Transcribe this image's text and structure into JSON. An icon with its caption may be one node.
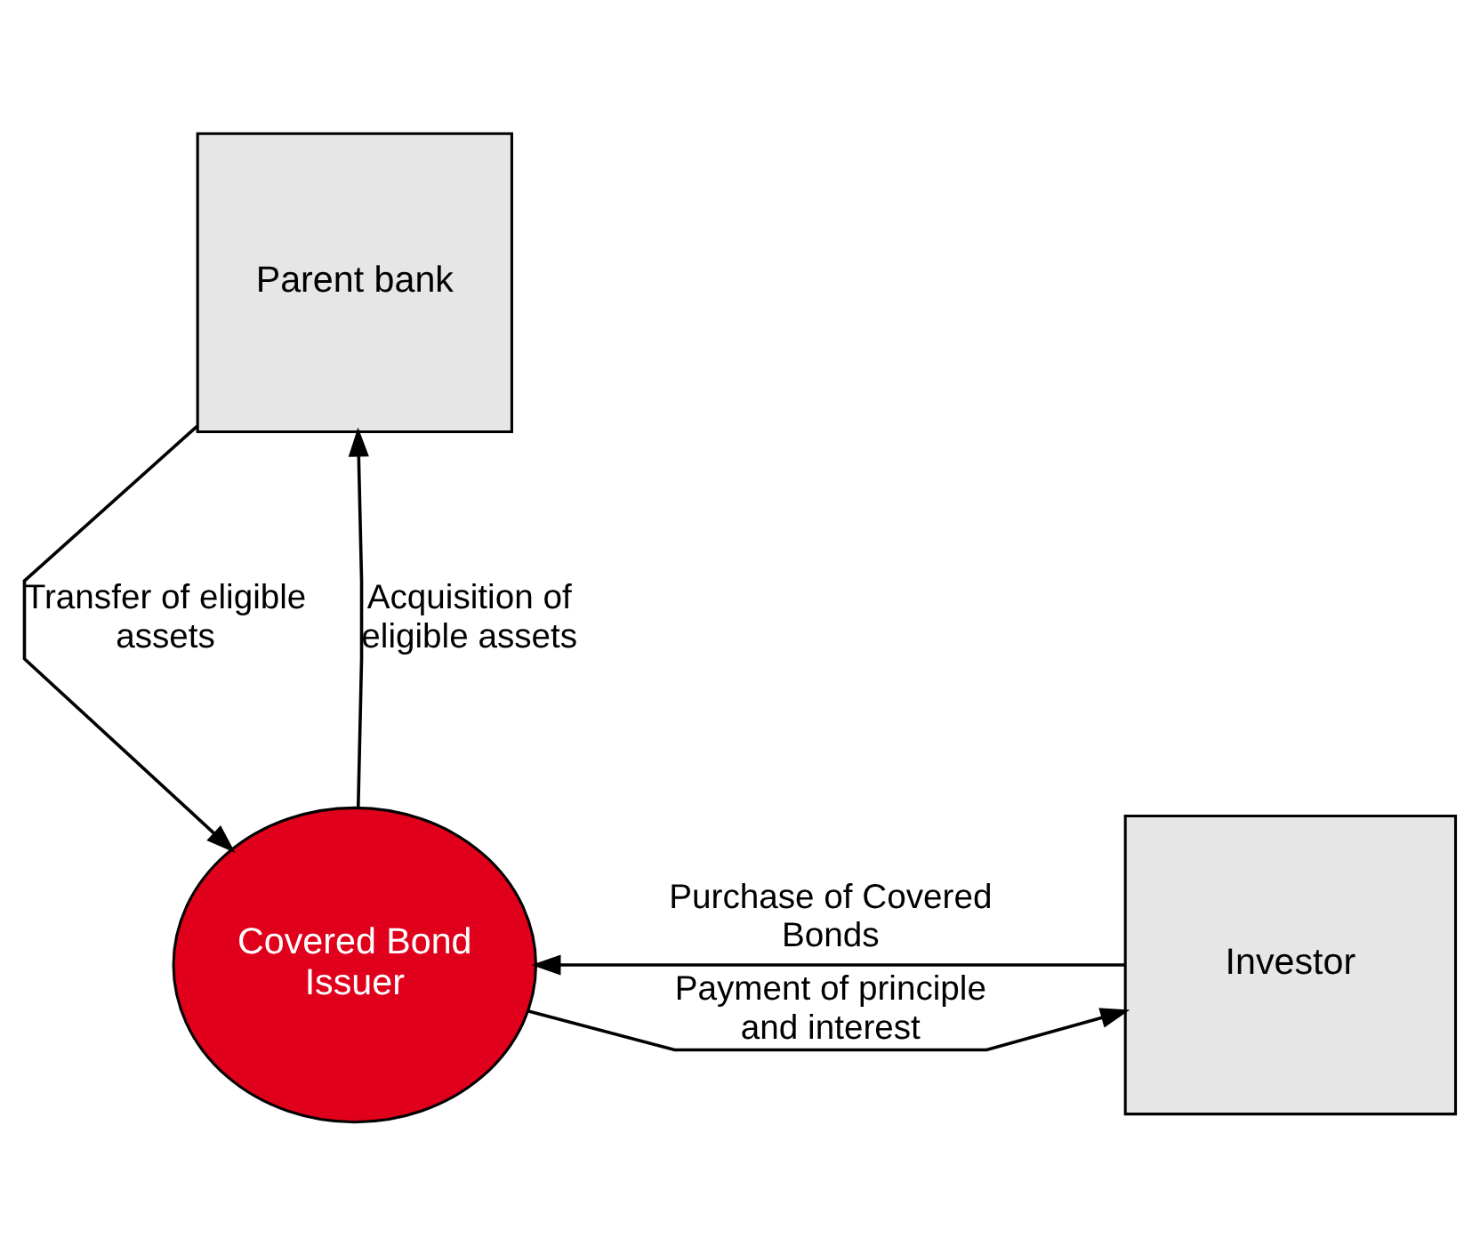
{
  "diagram": {
    "nodes": [
      {
        "text": [
          "Parent bank"
        ]
      },
      {
        "text": [
          "Covered Bond Issuer"
        ]
      },
      {
        "text": [
          "Investor"
        ]
      }
    ],
    "edges": [
      {
        "from": 0,
        "to": 1,
        "arrow": "to",
        "label": "Transfer of eligible assets"
      },
      {
        "from": 1,
        "to": 0,
        "arrow": "to",
        "label": "Acquisition of eligible assets"
      },
      {
        "from": 1,
        "to": 2,
        "arrow": "to",
        "label": "Payment of principle and interest"
      },
      {
        "from": 2,
        "to": 1,
        "arrow": "to",
        "label": "Purchase of Covered Bonds"
      }
    ]
  }
}
